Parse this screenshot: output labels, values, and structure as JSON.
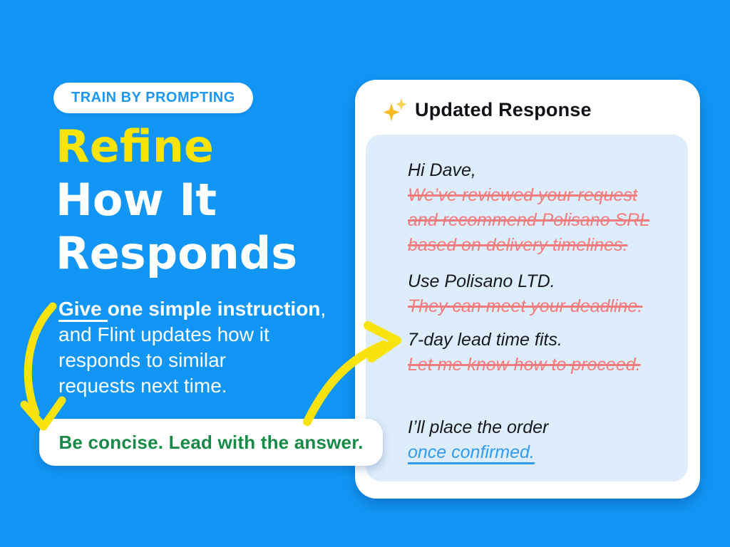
{
  "badge": {
    "label": "TRAIN BY PROMPTING"
  },
  "heading": {
    "line1": "Refine",
    "line2": "How It",
    "line3": "Responds"
  },
  "paragraph": {
    "give": "Give",
    "bold": "one simple instruction",
    "comma": ",",
    "line2": "and Flint updates how it",
    "line3": "responds to similar",
    "line4": "requests next time."
  },
  "instruction_pill": {
    "label": "Be concise. Lead with the answer."
  },
  "card": {
    "icon": "sparkles-icon",
    "title": "Updated Response",
    "message": {
      "lines": [
        {
          "text": "Hi Dave,",
          "style": "normal"
        },
        {
          "text": "We’ve reviewed your request",
          "style": "struck"
        },
        {
          "text": "and recommend Polisano SRL",
          "style": "struck"
        },
        {
          "text": "based on delivery timelines.",
          "style": "struck"
        },
        {
          "text": "Use Polisano LTD.",
          "style": "normal"
        },
        {
          "text": "They can meet your deadline.",
          "style": "struck"
        },
        {
          "text": "7-day lead time fits.",
          "style": "normal"
        },
        {
          "text": "Let me know how to proceed.",
          "style": "struck"
        },
        {
          "text": "I’ll place the order",
          "style": "normal"
        },
        {
          "text": "once confirmed.",
          "style": "link"
        }
      ]
    }
  },
  "colors": {
    "background_blue": "#1196F6",
    "accent_yellow": "#F9E30C",
    "heading_yellow": "#F9E406",
    "pill_green": "#178A47",
    "strike_red": "#F47B7B",
    "link_blue": "#319BF4",
    "panel_blue": "#DEEDFB",
    "badge_blue": "#1B97F7"
  }
}
